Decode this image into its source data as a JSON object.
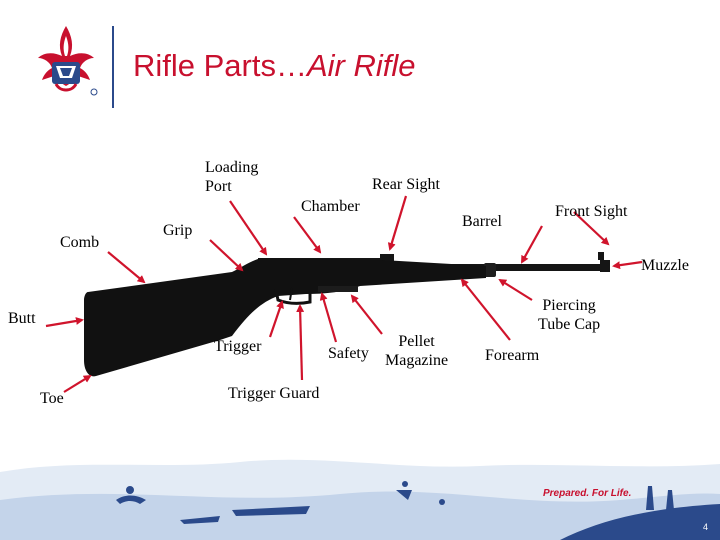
{
  "slide": {
    "title_prefix": "Rifle Parts…",
    "title_italic": "Air Rifle",
    "page_number": "4",
    "footer_tagline": "Prepared. For Life.",
    "logo": "bsa-fleur-de-lis-logo"
  },
  "labels": {
    "loading_port_1": "Loading",
    "loading_port_2": "Port",
    "rear_sight": "Rear Sight",
    "chamber": "Chamber",
    "barrel": "Barrel",
    "front_sight": "Front Sight",
    "comb": "Comb",
    "grip": "Grip",
    "muzzle": "Muzzle",
    "butt": "Butt",
    "piercing_1": "Piercing",
    "piercing_2": "Tube Cap",
    "trigger": "Trigger",
    "safety": "Safety",
    "pellet_1": "Pellet",
    "pellet_2": "Magazine",
    "forearm": "Forearm",
    "toe": "Toe",
    "trigger_guard": "Trigger Guard"
  },
  "colors": {
    "title_red": "#c8102e",
    "arrow_red": "#d0142c",
    "brand_blue": "#2b4a8b",
    "rifle_black": "#111111"
  }
}
